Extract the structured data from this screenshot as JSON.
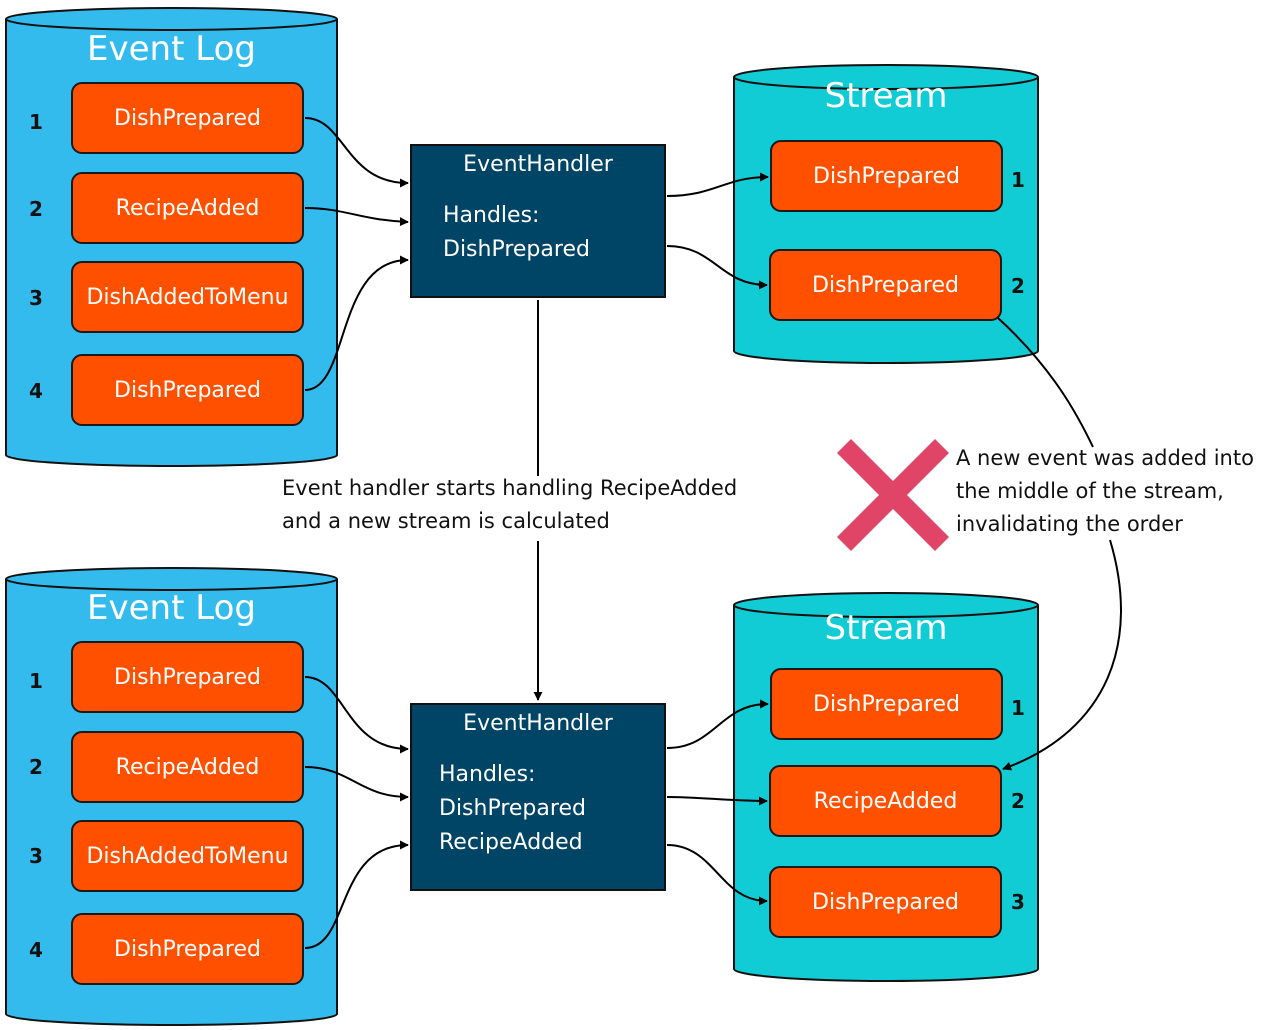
{
  "top": {
    "event_log": {
      "title": "Event Log",
      "events": [
        {
          "num": "1",
          "label": "DishPrepared"
        },
        {
          "num": "2",
          "label": "RecipeAdded"
        },
        {
          "num": "3",
          "label": "DishAddedToMenu"
        },
        {
          "num": "4",
          "label": "DishPrepared"
        }
      ]
    },
    "handler": {
      "title": "EventHandler",
      "lines": [
        "Handles:",
        "DishPrepared"
      ]
    },
    "stream": {
      "title": "Stream",
      "events": [
        {
          "num": "1",
          "label": "DishPrepared"
        },
        {
          "num": "2",
          "label": "DishPrepared"
        }
      ]
    }
  },
  "bottom": {
    "event_log": {
      "title": "Event Log",
      "events": [
        {
          "num": "1",
          "label": "DishPrepared"
        },
        {
          "num": "2",
          "label": "RecipeAdded"
        },
        {
          "num": "3",
          "label": "DishAddedToMenu"
        },
        {
          "num": "4",
          "label": "DishPrepared"
        }
      ]
    },
    "handler": {
      "title": "EventHandler",
      "lines": [
        "Handles:",
        "DishPrepared",
        "RecipeAdded"
      ]
    },
    "stream": {
      "title": "Stream",
      "events": [
        {
          "num": "1",
          "label": "DishPrepared"
        },
        {
          "num": "2",
          "label": "RecipeAdded"
        },
        {
          "num": "3",
          "label": "DishPrepared"
        }
      ]
    }
  },
  "notes": {
    "transition": [
      "Event handler starts handling RecipeAdded",
      "and a new stream is calculated"
    ],
    "invalid": [
      "A new event was added into",
      "the middle of the stream,",
      "invalidating the order"
    ]
  },
  "icons": {
    "invalid_mark": "cross-icon"
  },
  "colors": {
    "event_log_cylinder": "#33bbee",
    "stream_cylinder": "#11ccd4",
    "event": "#ff5000",
    "handler": "#004466",
    "invalid_mark": "#e04466"
  }
}
